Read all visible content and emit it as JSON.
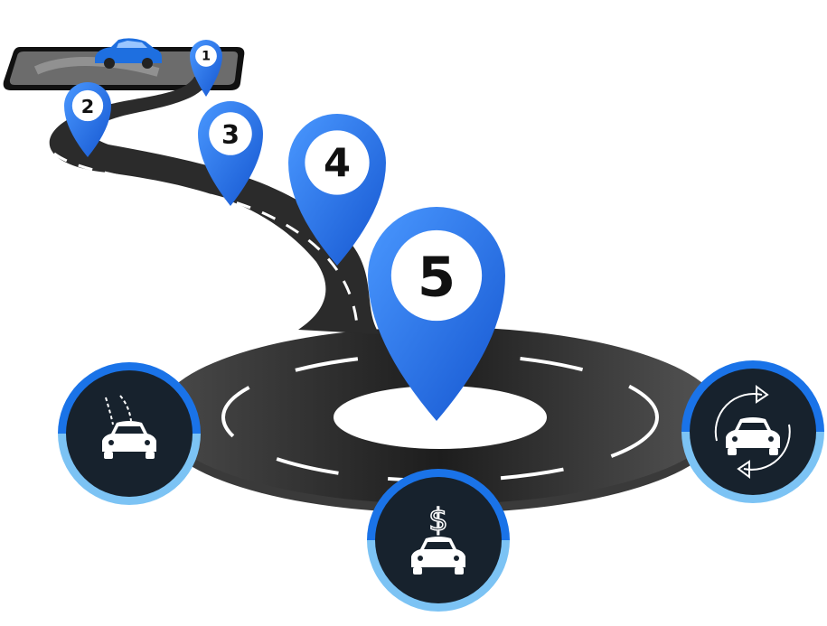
{
  "pins": [
    {
      "label": "1"
    },
    {
      "label": "2"
    },
    {
      "label": "3"
    },
    {
      "label": "4"
    },
    {
      "label": "5"
    }
  ],
  "features": [
    {
      "icon": "car-on-road-icon"
    },
    {
      "icon": "car-price-dollar-icon"
    },
    {
      "icon": "car-exchange-icon"
    }
  ],
  "colors": {
    "pin_blue": "#1f6fe5",
    "pin_blue_light": "#3f8dfa",
    "road": "#2b2b2b",
    "badge_dark": "#17222d",
    "badge_ring_top": "#1a73e8",
    "badge_ring_bottom": "#7cc3f4"
  }
}
